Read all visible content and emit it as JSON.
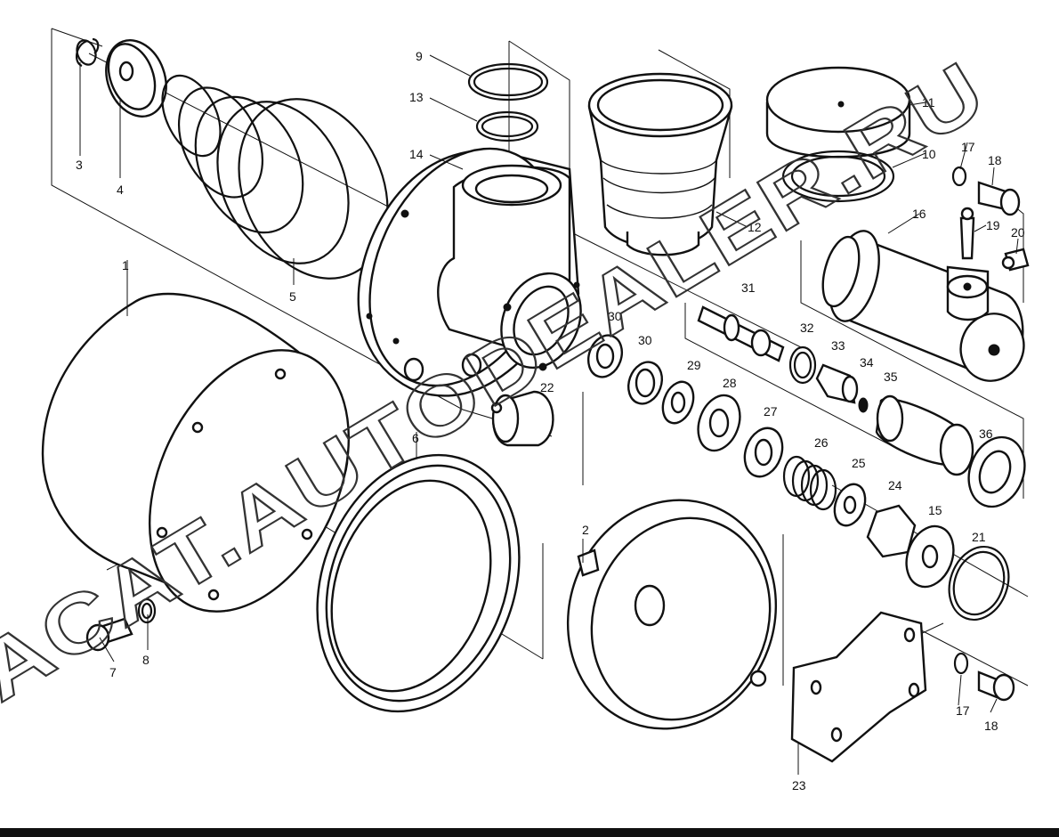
{
  "labels": {
    "l1": "1",
    "l2": "2",
    "l3": "3",
    "l4": "4",
    "l5": "5",
    "l6": "6",
    "l7": "7",
    "l8": "8",
    "l9": "9",
    "l10": "10",
    "l11": "11",
    "l12": "12",
    "l13": "13",
    "l14": "14",
    "l15": "15",
    "l16": "16",
    "l17a": "17",
    "l17b": "17",
    "l18a": "18",
    "l18b": "18",
    "l19": "19",
    "l20": "20",
    "l21": "21",
    "l22": "22",
    "l23": "23",
    "l24": "24",
    "l25": "25",
    "l26": "26",
    "l27": "27",
    "l28": "28",
    "l29": "29",
    "l30a": "30",
    "l30b": "30",
    "l31": "31",
    "l32": "32",
    "l33": "33",
    "l34": "34",
    "l35": "35",
    "l36": "36"
  },
  "watermark": {
    "text": "ACAT.AUTODEALER.RU"
  }
}
